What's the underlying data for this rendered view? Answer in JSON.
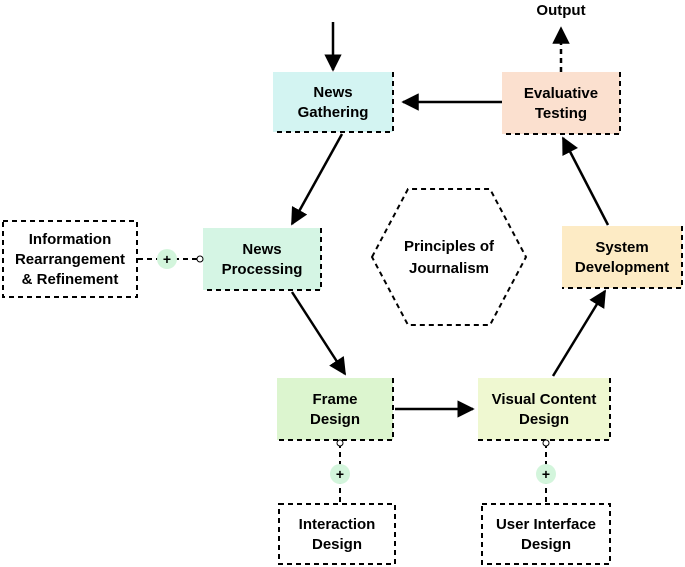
{
  "center_label": [
    "Principles of",
    "Journalism"
  ],
  "output_label": "Output",
  "nodes": {
    "news_gathering": {
      "lines": [
        "News",
        "Gathering"
      ],
      "color": "#d3f4f2"
    },
    "news_processing": {
      "lines": [
        "News",
        "Processing"
      ],
      "color": "#d5f5e4"
    },
    "frame_design": {
      "lines": [
        "Frame",
        "Design"
      ],
      "color": "#dcf5cf"
    },
    "visual_content_design": {
      "lines": [
        "Visual Content",
        "Design"
      ],
      "color": "#eff8d1"
    },
    "system_development": {
      "lines": [
        "System",
        "Development"
      ],
      "color": "#fdebc5"
    },
    "evaluative_testing": {
      "lines": [
        "Evaluative",
        "Testing"
      ],
      "color": "#fbe0cf"
    },
    "information_refinement": {
      "lines": [
        "Information",
        "Rearrangement",
        "& Refinement"
      ],
      "color": "#ffffff"
    },
    "interaction_design": {
      "lines": [
        "Interaction",
        "Design"
      ],
      "color": "#ffffff"
    },
    "user_interface_design": {
      "lines": [
        "User Interface",
        "Design"
      ],
      "color": "#ffffff"
    }
  },
  "connector_symbol": "+",
  "colors": {
    "stroke": "#000000",
    "connector_fill": "#d3f5dc"
  }
}
